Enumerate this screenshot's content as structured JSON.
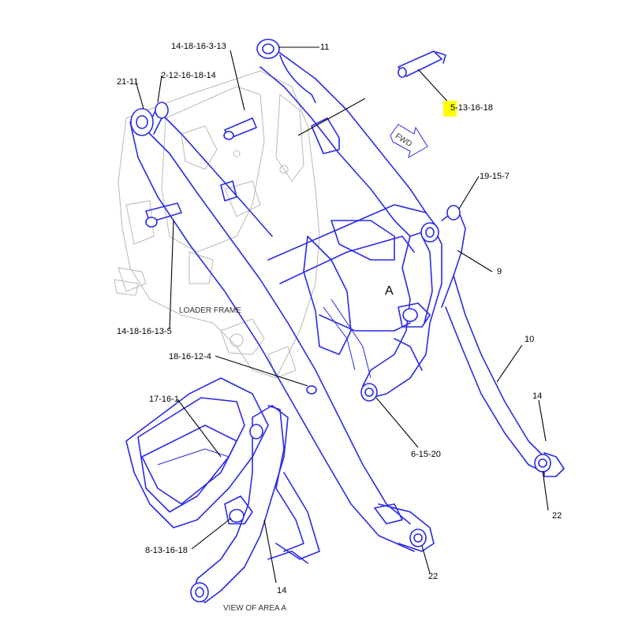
{
  "colors": {
    "line_art": "#2a2ae8",
    "ghost_frame": "#b8b8b8",
    "highlight": "#ffff00",
    "leader": "#000000"
  },
  "labels": {
    "loader_frame": "LOADER FRAME",
    "view_of_area_a": "VIEW OF AREA A",
    "area_a": "A",
    "fwd": "FWD"
  },
  "callouts": {
    "c11": "11",
    "c14_18_16_3_13": "14-18-16-3-13",
    "c21_11": "21-11",
    "c2_12_16_18_14": "2-12-16-18-14",
    "c5_13_16_18": "5-13-16-18",
    "c19_15_7": "19-15-7",
    "c9": "9",
    "c14_18_16_13_5": "14-18-16-13-5",
    "c18_16_12_4": "18-16-12-4",
    "c10": "10",
    "c17_16_1": "17-16-1",
    "c14_right": "14",
    "c6_15_20": "6-15-20",
    "c22_right": "22",
    "c8_13_16_18": "8-13-16-18",
    "c14_bottom": "14",
    "c22_bottom": "22"
  },
  "highlighted_callout": "5-13-16-18"
}
